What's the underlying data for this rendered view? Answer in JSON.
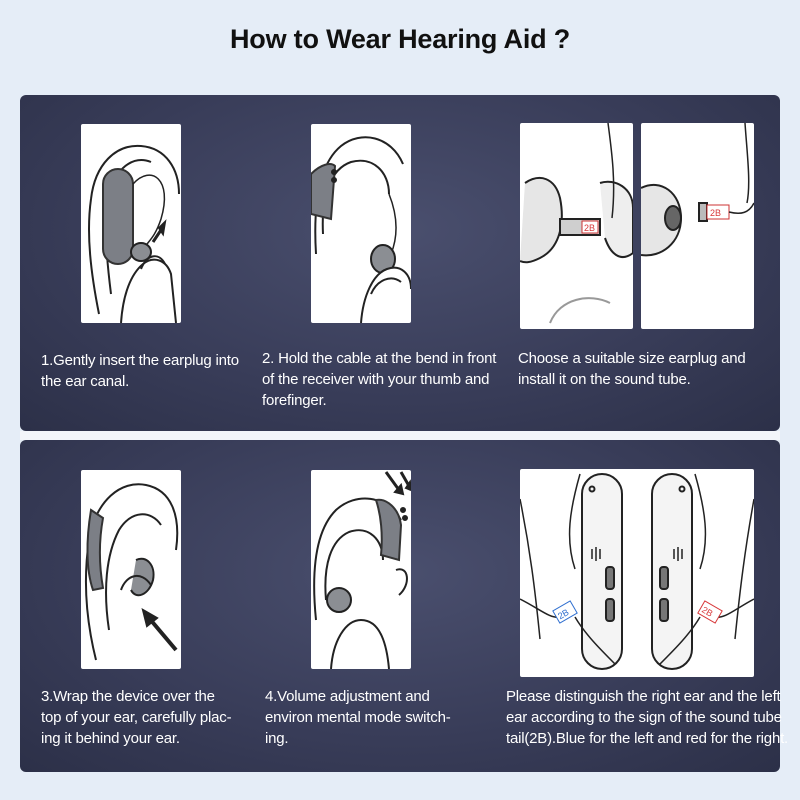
{
  "title": "How to Wear Hearing Aid ?",
  "steps": [
    {
      "text": "1.Gently insert the earplug into\nthe ear canal.",
      "icon": "insert-earplug-illustration"
    },
    {
      "text": "2. Hold the cable at the bend in front\nof the receiver with your thumb and\nforefinger.",
      "icon": "hold-cable-illustration"
    },
    {
      "text": "Choose a suitable size earplug and\ninstall it on the sound tube.",
      "icon": "earplug-size-illustration",
      "tag_text": "2B"
    },
    {
      "text": "3.Wrap the device over the\ntop of your ear, carefully plac-\ning it behind your ear.",
      "icon": "wrap-device-illustration"
    },
    {
      "text": "4.Volume adjustment and\nenviron mental mode switch-\ning.",
      "icon": "volume-adjust-illustration"
    },
    {
      "text": "Please distinguish the right ear and the left\near according to the sign of the sound tube\ntail(2B).Blue for the left and red for the right.",
      "icon": "left-right-devices-illustration",
      "tag_text": "2B"
    }
  ],
  "colors": {
    "panel": "#3a3e5a",
    "tag_blue": "#2f6fd0",
    "tag_red": "#d8383a"
  }
}
